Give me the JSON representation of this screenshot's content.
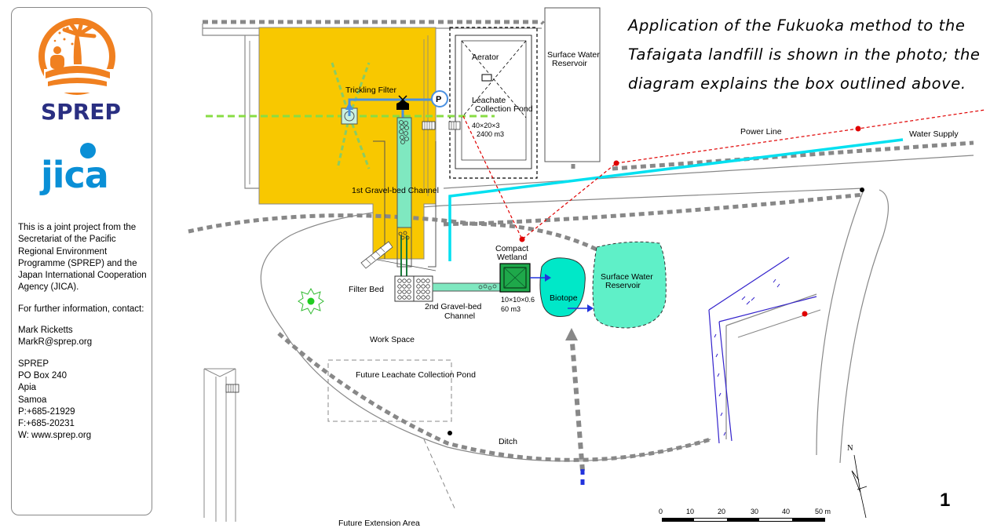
{
  "sidebar": {
    "logos": {
      "sprep": "SPREP",
      "jica": "JICA",
      "jica_display": "jica"
    },
    "about": "This is a joint project from the Secretariat of the Pacific Regional Environment Programme (SPREP) and the Japan International Cooperation Agency (JICA).",
    "info_heading": "For further information, contact:",
    "contact_name": "Mark Ricketts",
    "contact_email": "MarkR@sprep.org",
    "org_name": "SPREP",
    "po_box": "PO Box 240",
    "city": "Apia",
    "country": "Samoa",
    "phone": "P:+685-21929",
    "fax": "F:+685-20231",
    "web": "W: www.sprep.org"
  },
  "caption": {
    "line1": "Application of the Fukuoka method to the",
    "line2": "Tafaigata landfill is shown in the photo; the",
    "line3": "diagram explains the box  outlined above."
  },
  "diagram": {
    "labels": {
      "aerator": "Aerator",
      "surface_water_reservoir_top_1": "Surface Water",
      "surface_water_reservoir_top_2": "Reservoir",
      "trickling_filter": "Trickling Filter",
      "pump": "P",
      "leachate_pond_1": "Leachate",
      "leachate_pond_2": "Collection Pond",
      "pond_dims_1": "40×20×3",
      "pond_dims_2": "2400 m3",
      "power_line": "Power Line",
      "water_supply": "Water Supply",
      "gravel_channel_1": "1st Gravel-bed Channel",
      "compact_wetland_1": "Compact",
      "compact_wetland_2": "Wetland",
      "filter_bed": "Filter Bed",
      "wetland_dims_1": "10×10×0.6",
      "wetland_dims_2": "60 m3",
      "biotope": "Biotope",
      "surface_water_reservoir_2_1": "Surface Water",
      "surface_water_reservoir_2_2": "Reservoir",
      "gravel_channel_2_1": "2nd Gravel-bed",
      "gravel_channel_2_2": "Channel",
      "work_space": "Work Space",
      "future_pond": "Future Leachate Collection Pond",
      "ditch": "Ditch",
      "future_extension": "Future Extension Area",
      "north": "N"
    },
    "scale": {
      "ticks": [
        "0",
        "10",
        "20",
        "30",
        "40",
        "50 m"
      ]
    },
    "colors": {
      "landfill": "#f8c800",
      "channel": "#7fe8c0",
      "biotope": "#00e8c8",
      "reservoir": "#5ff0c8",
      "water_supply": "#00e0f0",
      "leachate_pipe": "#4a90e0",
      "power_line": "#e00000",
      "drain_arrow": "#2233dd",
      "gravel_road": "#888888",
      "green_line": "#88dd44",
      "drainage": "#3322cc"
    }
  },
  "page_number": "1"
}
